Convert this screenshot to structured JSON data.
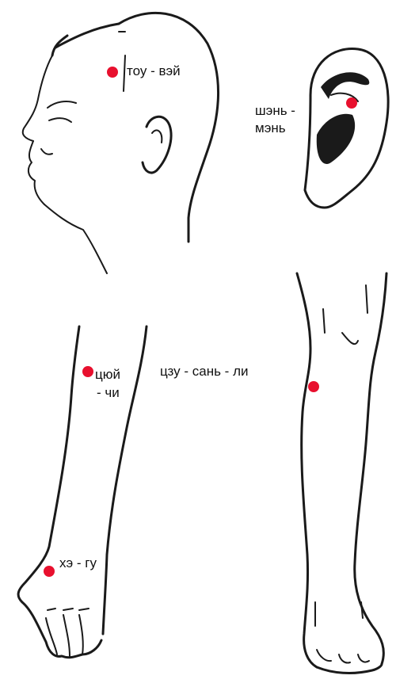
{
  "colors": {
    "point": "#e8102e",
    "ink": "#1a1a1a",
    "background": "#ffffff"
  },
  "points": {
    "tou_vei": {
      "label": "тоу - вэй"
    },
    "shen_men_1": {
      "label": "шэнь -"
    },
    "shen_men_2": {
      "label": "мэнь"
    },
    "tsyui_chi_1": {
      "label": "цюй"
    },
    "tsyui_chi_2": {
      "label": "- чи"
    },
    "tszu_san_li": {
      "label": "цзу - сань - ли"
    },
    "he_gu": {
      "label": "хэ - гу"
    }
  }
}
